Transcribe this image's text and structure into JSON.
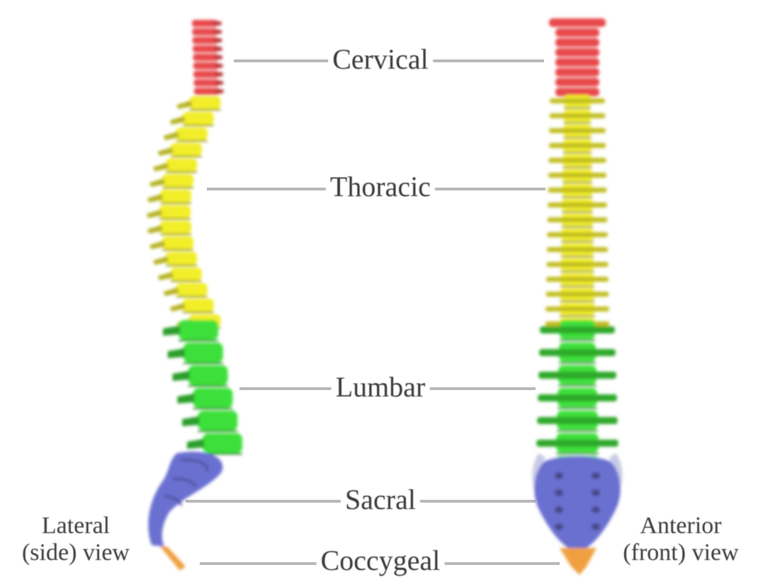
{
  "regions": [
    {
      "id": "cervical",
      "label": "Cervical",
      "color": "#e8484c"
    },
    {
      "id": "thoracic",
      "label": "Thoracic",
      "color": "#f2ee2a"
    },
    {
      "id": "lumbar",
      "label": "Lumbar",
      "color": "#3ee03a"
    },
    {
      "id": "sacral",
      "label": "Sacral",
      "color": "#6a6fd0"
    },
    {
      "id": "coccygeal",
      "label": "Coccygeal",
      "color": "#f0a040"
    }
  ],
  "views": {
    "lateral": {
      "line1": "Lateral",
      "line2": "(side) view"
    },
    "anterior": {
      "line1": "Anterior",
      "line2": "(front) view"
    }
  },
  "leader_color": "#b8b8b8"
}
